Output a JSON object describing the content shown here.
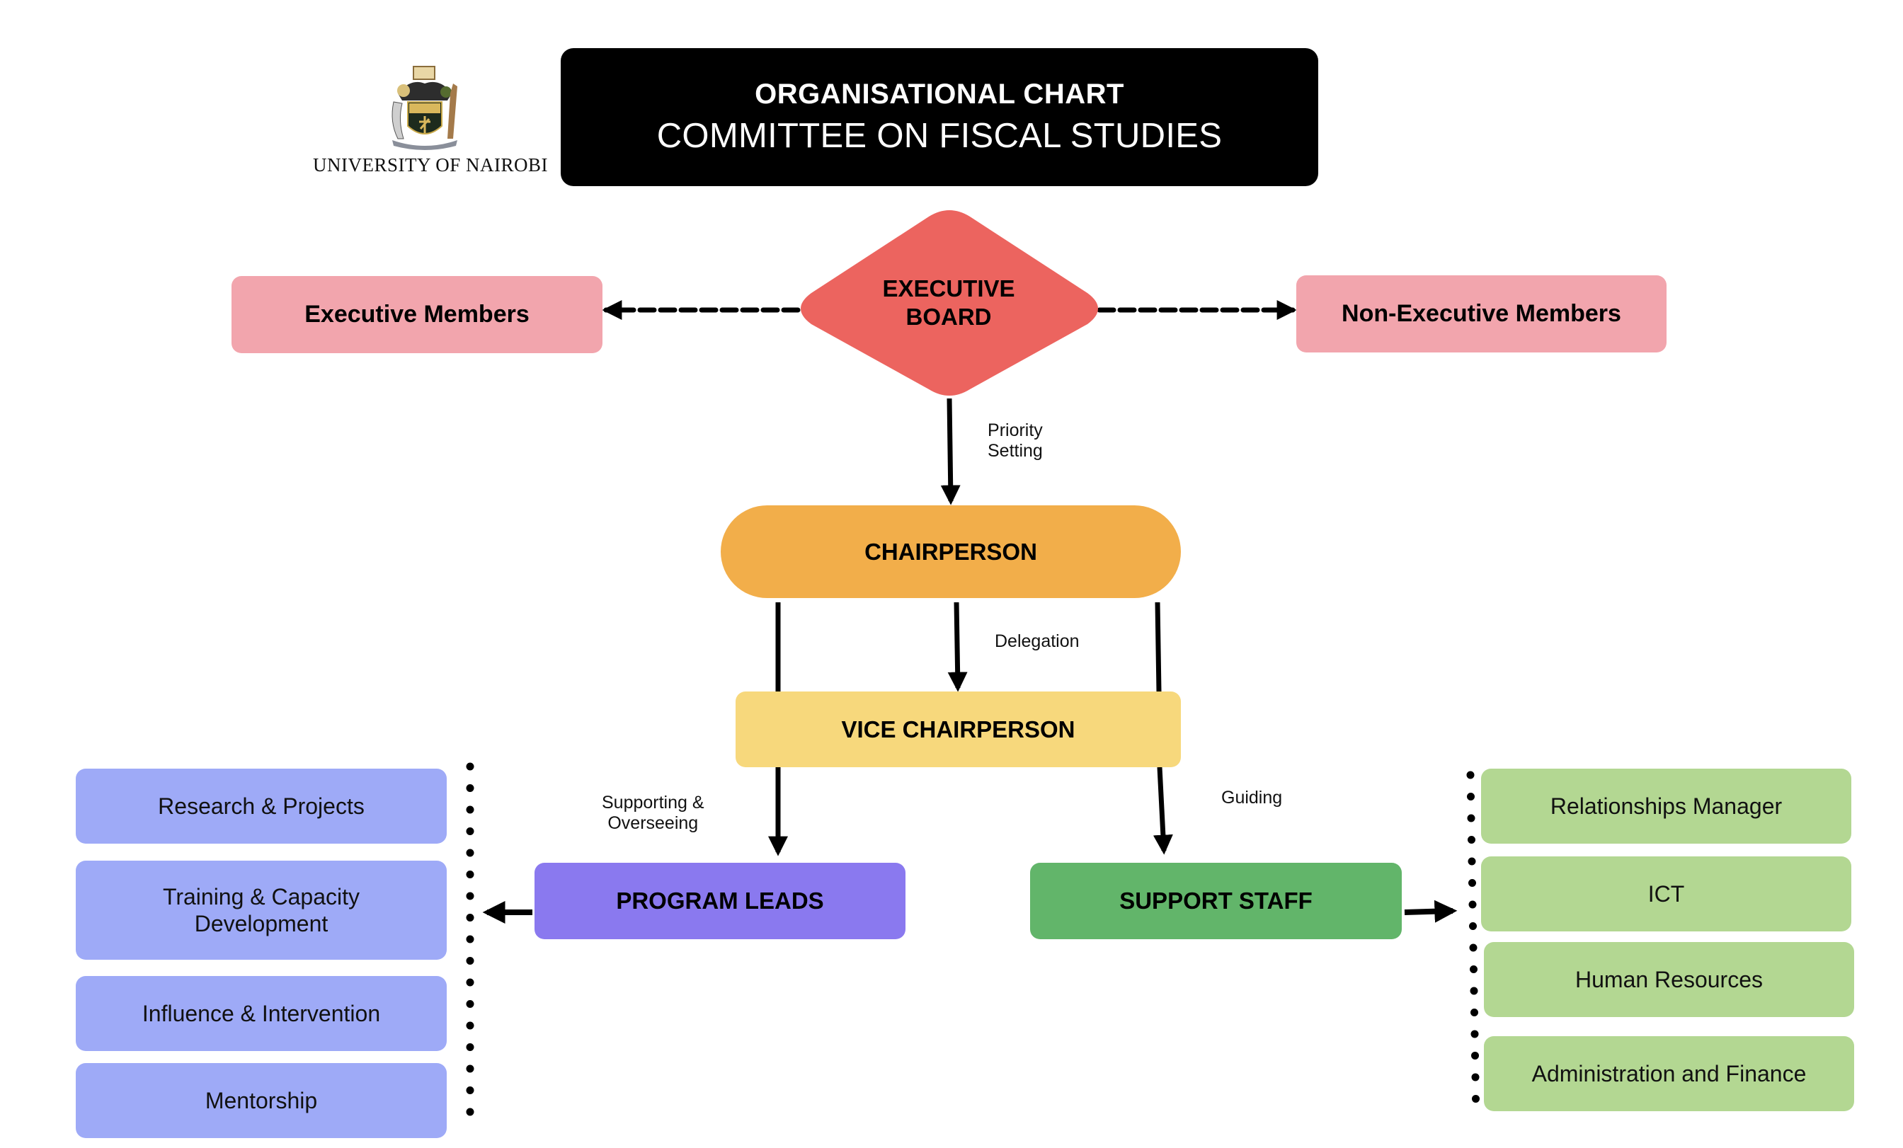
{
  "header": {
    "institution": "UNIVERSITY OF NAIROBI",
    "title_line1": "ORGANISATIONAL CHART",
    "title_line2": "COMMITTEE ON FISCAL STUDIES",
    "logo_icon": "university-crest-icon"
  },
  "colors": {
    "title_bg": "#000000",
    "executive_board": "#ec645f",
    "members": "#f2a5ad",
    "chairperson": "#f2ae4a",
    "vice_chairperson": "#f7d87c",
    "program_leads": "#8a79ef",
    "support_staff": "#62b56a",
    "program_units": "#9eaaf7",
    "support_units": "#b3d792",
    "connector": "#000000"
  },
  "nodes": {
    "executive_board": {
      "line1": "EXECUTIVE",
      "line2": "BOARD"
    },
    "executive_members": "Executive Members",
    "non_executive_members": "Non-Executive Members",
    "chairperson": "CHAIRPERSON",
    "vice_chairperson": "VICE CHAIRPERSON",
    "program_leads": "PROGRAM LEADS",
    "support_staff": "SUPPORT STAFF"
  },
  "edge_labels": {
    "priority_setting": {
      "line1": "Priority",
      "line2": "Setting"
    },
    "delegation": "Delegation",
    "supporting_overseeing": {
      "line1": "Supporting &",
      "line2": "Overseeing"
    },
    "guiding": "Guiding"
  },
  "program_units": [
    {
      "label": "Research & Projects"
    },
    {
      "line1": "Training & Capacity",
      "line2": "Development"
    },
    {
      "label": "Influence & Intervention"
    },
    {
      "label": "Mentorship"
    }
  ],
  "support_units": [
    {
      "label": "Relationships Manager"
    },
    {
      "label": "ICT"
    },
    {
      "label": "Human Resources"
    },
    {
      "label": "Administration and Finance"
    }
  ]
}
